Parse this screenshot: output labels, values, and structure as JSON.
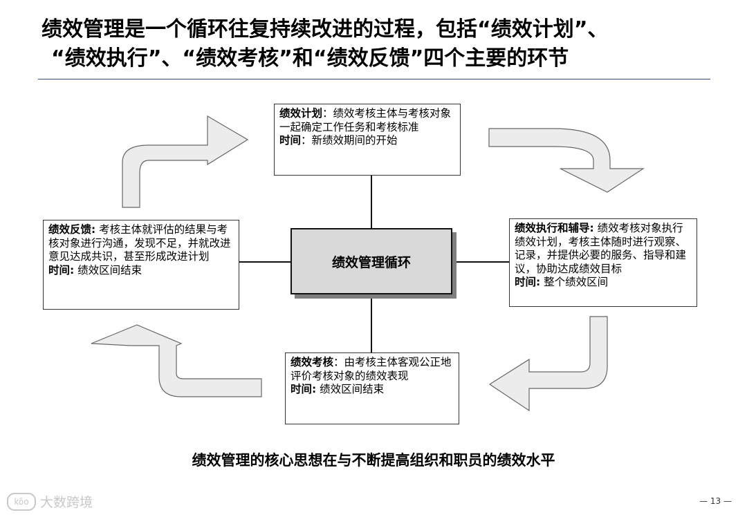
{
  "title": {
    "line1": "绩效管理是一个循环往复持续改进的过程，包括“绩效计划”、",
    "line2": "“绩效执行”、“绩效考核”和“绩效反馈”四个主要的环节"
  },
  "center": {
    "label": "绩效管理循环"
  },
  "plan": {
    "head": "绩效计划",
    "text": "：绩效考核主体与考核对象一起确定工作任务和考核标准",
    "time_label": "时间",
    "time_text": "：新绩效期间的开始"
  },
  "execute": {
    "head": "绩效执行和辅导:",
    "text": " 绩效考核对象执行绩效计划，考核主体随时进行观察、记录，并提供必要的服务、指导和建议，协助达成绩效目标",
    "time_label": "时间:",
    "time_text": " 整个绩效区间"
  },
  "assess": {
    "head": "绩效考核",
    "text": "：由考核主体客观公正地评价考核对象的绩效表现",
    "time_label": "时间:",
    "time_text": " 绩效区间结束"
  },
  "feedback": {
    "head": "绩效反馈:",
    "text": " 考核主体就评估的结果与考核对象进行沟通，发现不足，并就改进意见达成共识，甚至形成改进计划",
    "time_label": "时间:",
    "time_text": " 绩效区间结束"
  },
  "core_message": "绩效管理的核心思想在与不断提高组织和职员的绩效水平",
  "footer": {
    "watermark_mark": "kôo",
    "watermark": "大数跨境",
    "page": "— 13 —"
  },
  "colors": {
    "arrow_fill": "#ececec",
    "arrow_stroke": "#666666",
    "rule": "#2f4a7a",
    "center_fill": "#d9d9d9"
  }
}
